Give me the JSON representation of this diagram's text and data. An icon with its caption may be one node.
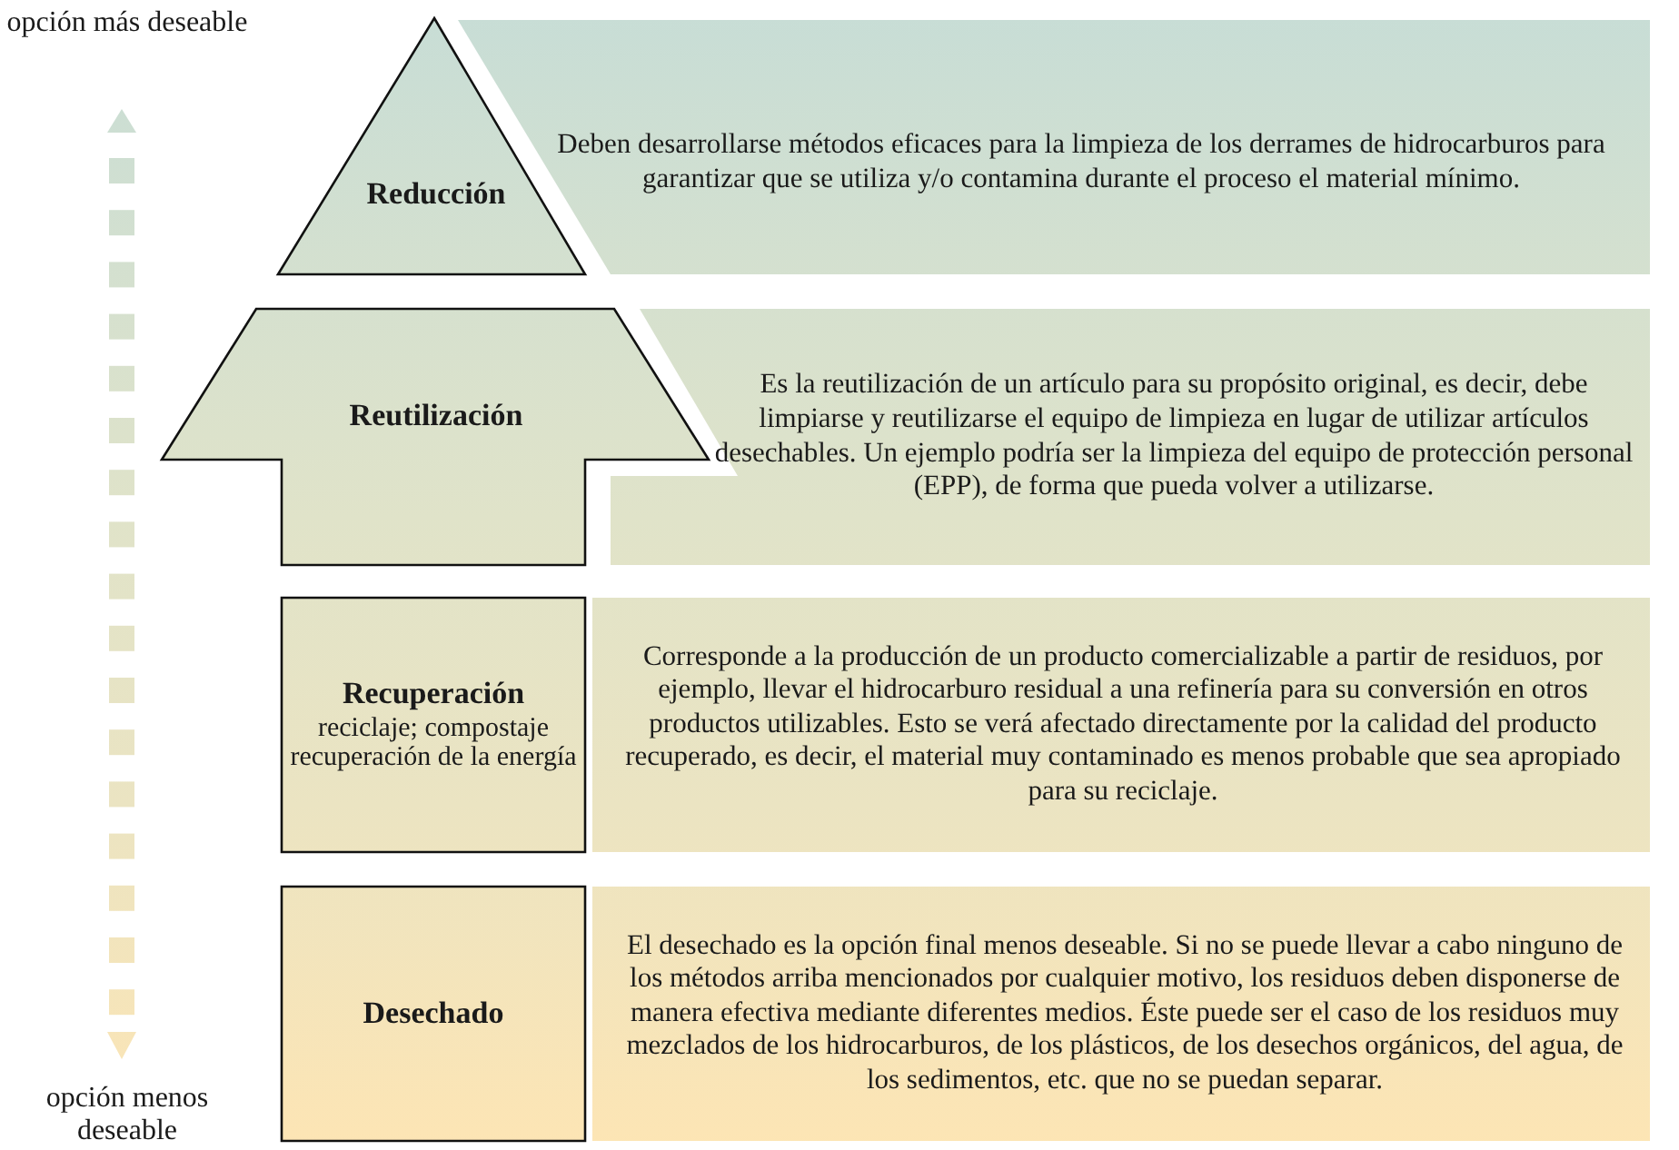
{
  "diagram": {
    "nodes": [
      {
        "text": [
          "Reducción"
        ]
      },
      {
        "text": [
          "Deben desarrollarse métodos eficaces para la limpieza de los derrames de hidrocarburos para garantizar que se utiliza y/o contamina durante el proceso el material mínimo."
        ]
      },
      {
        "text": [
          "Reutilización"
        ]
      },
      {
        "text": [
          "Es la reutilización de un artículo para su propósito original, es decir, debe limpiarse y reutilizarse el equipo de limpieza en lugar de utilizar artículos desechables. Un ejemplo podría ser la limpieza del equipo de protección personal (EPP), de forma que pueda volver a utilizarse."
        ]
      },
      {
        "text": [
          "Recuperación",
          "reciclaje; compostaje recuperación de la energía"
        ]
      },
      {
        "text": [
          "Corresponde a la producción de un producto comercializable a partir de residuos, por ejemplo, llevar el hidrocarburo residual a una refinería para su conversión en otros productos utilizables. Esto se verá afectado directamente por la calidad del producto recuperado, es decir, el material muy contaminado es menos probable que sea apropiado para su reciclaje."
        ]
      },
      {
        "text": [
          "Desechado"
        ]
      },
      {
        "text": [
          "El desechado es la opción final menos deseable. Si no se puede llevar a cabo ninguno de los métodos arriba mencionados por cualquier motivo, los residuos deben disponerse de manera efectiva mediante diferentes medios. Éste puede ser el caso de los residuos muy mezclados de los hidrocarburos, de los plásticos, de los desechos orgánicos, del agua, de los sedimentos, etc. que no se puedan separar."
        ]
      }
    ],
    "labels": [
      "opción más deseable",
      "opción menos deseable"
    ]
  }
}
